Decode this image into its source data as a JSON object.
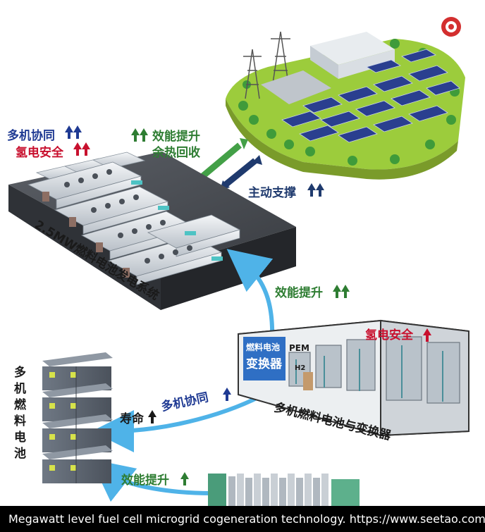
{
  "labels": {
    "multi_coop_top": "多机协同",
    "h2_safety_top": "氢电安全",
    "efficiency_heat": "效能提升",
    "waste_heat": "余热回收",
    "active_support": "主动支撑",
    "system_name": "2.5MW燃料电池发电系统",
    "efficiency_mid": "效能提升",
    "h2_safety_right": "氢电安全",
    "converter_line1": "燃料电池",
    "converter_line2": "变换器",
    "pem": "PEM",
    "h2": "H2",
    "container_name": "多机燃料电池与变换器",
    "stack_name": "多机燃料电池",
    "lifetime": "寿命",
    "multi_coop_bottom": "多机协同",
    "efficiency_bottom": "效能提升"
  },
  "colors": {
    "blue_text": "#1f3a93",
    "red_text": "#c8102e",
    "green_text": "#2e7d32",
    "dark_text": "#1a1a1a",
    "arrow_green": "#43a047",
    "arrow_navy": "#1f3a6e",
    "flow_blue": "#4fb3e8",
    "ground": "#9ccc3c",
    "logo": "#d32f2f"
  },
  "icons": {
    "logo": "seetao-logo-icon",
    "up_arrow": "up-arrow-icon"
  },
  "caption": "Megawatt level fuel cell microgrid cogeneration technology. https://www.seetao.com/"
}
